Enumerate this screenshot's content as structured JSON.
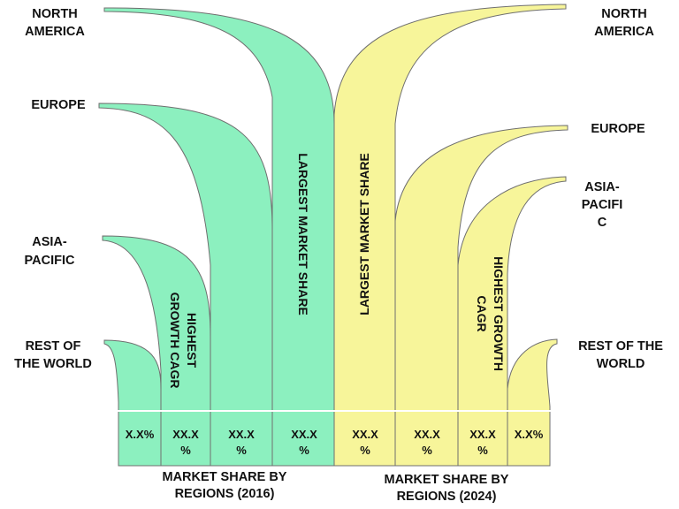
{
  "colors": {
    "left_fill": "#8cf0bf",
    "right_fill": "#f7f59a",
    "outline": "#6f6f6f",
    "text": "#111111"
  },
  "left_regions": [
    {
      "line1": "NORTH",
      "line2": "AMERICA"
    },
    {
      "line1": "EUROPE",
      "line2": ""
    },
    {
      "line1": "ASIA-",
      "line2": "PACIFIC"
    },
    {
      "line1": "REST OF",
      "line2": "THE WORLD"
    }
  ],
  "right_regions": [
    {
      "line1": "NORTH",
      "line2": "AMERICA",
      "line3": ""
    },
    {
      "line1": "EUROPE",
      "line2": "",
      "line3": ""
    },
    {
      "line1": "ASIA-",
      "line2": "PACIFI",
      "line3": "C"
    },
    {
      "line1": "REST OF THE",
      "line2": "WORLD",
      "line3": ""
    }
  ],
  "left_callouts": {
    "largest_label": "LARGEST MARKET SHARE",
    "highest_line1": "HIGHEST",
    "highest_line2": "GROWTH CAGR"
  },
  "right_callouts": {
    "largest_label": "LARGEST MARKET SHARE",
    "highest_line1": "HIGHEST GROWTH",
    "highest_line2": "CAGR"
  },
  "cells": [
    {
      "line1": "X.X%",
      "line2": ""
    },
    {
      "line1": "XX.X",
      "line2": "%"
    },
    {
      "line1": "XX.X",
      "line2": "%"
    },
    {
      "line1": "XX.X",
      "line2": "%"
    },
    {
      "line1": "XX.X",
      "line2": "%"
    },
    {
      "line1": "XX.X",
      "line2": "%"
    },
    {
      "line1": "XX.X",
      "line2": "%"
    },
    {
      "line1": "X.X%",
      "line2": ""
    }
  ],
  "bottom_labels": {
    "left_line1": "MARKET SHARE BY",
    "left_line2": "REGIONS (2016)",
    "right_line1": "MARKET SHARE BY",
    "right_line2": "REGIONS (2024)"
  }
}
